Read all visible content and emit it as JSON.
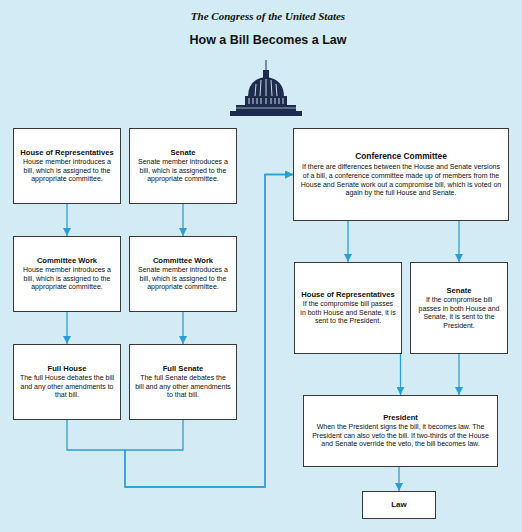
{
  "diagram": {
    "title": "How a Bill Becomes a Law",
    "nodes": [
      {
        "text": [
          "House of Representatives",
          "House member introduces a bill, which is assigned to the appropriate committee."
        ]
      },
      {
        "text": [
          "Senate",
          "Senate member introduces a bill, which is assigned to the appropriate committee."
        ]
      },
      {
        "text": [
          "Committee Work",
          "House member introduces a bill, which is assigned to the appropriate committee."
        ]
      },
      {
        "text": [
          "Committee Work",
          "Senate member introduces a bill, which is assigned to the appropriate committee."
        ]
      },
      {
        "text": [
          "Full House",
          "The full House debates the bill and any other amendments to that bill."
        ]
      },
      {
        "text": [
          "Full Senate",
          "The full Senate debates the bill and any other amendments to that bill."
        ]
      },
      {
        "text": [
          "Conference Committee",
          "If there are differences between the House and Senate versions of a bill, a conference committee made up of members from the House and Senate work out a compromise bill, which is voted on again by the full House and Senate."
        ]
      },
      {
        "text": [
          "House of Representatives",
          "If the compromise bill passes in both House and Senate, it is sent to the President."
        ]
      },
      {
        "text": [
          "Senate",
          "If the compromise bill passes in both House and Senate, it is sent to the President."
        ]
      },
      {
        "text": [
          "President",
          "When the President signs the bill, it becomes law. The President can also veto the bill. If two-thirds of the House and Senate override the veto, the bill becomes law."
        ]
      },
      {
        "text": [
          "Law"
        ]
      }
    ],
    "edges": [
      {
        "from": 0,
        "to": 2,
        "arrow": "to"
      },
      {
        "from": 1,
        "to": 3,
        "arrow": "to"
      },
      {
        "from": 2,
        "to": 4,
        "arrow": "to"
      },
      {
        "from": 3,
        "to": 5,
        "arrow": "to"
      },
      {
        "from": 4,
        "to": 6,
        "arrow": "to"
      },
      {
        "from": 5,
        "to": 6,
        "arrow": "to"
      },
      {
        "from": 6,
        "to": 7,
        "arrow": "to"
      },
      {
        "from": 6,
        "to": 8,
        "arrow": "to"
      },
      {
        "from": 7,
        "to": 9,
        "arrow": "to"
      },
      {
        "from": 8,
        "to": 9,
        "arrow": "to"
      },
      {
        "from": 9,
        "to": 10,
        "arrow": "to"
      }
    ],
    "labels": [
      "The Congress of the United States"
    ]
  }
}
